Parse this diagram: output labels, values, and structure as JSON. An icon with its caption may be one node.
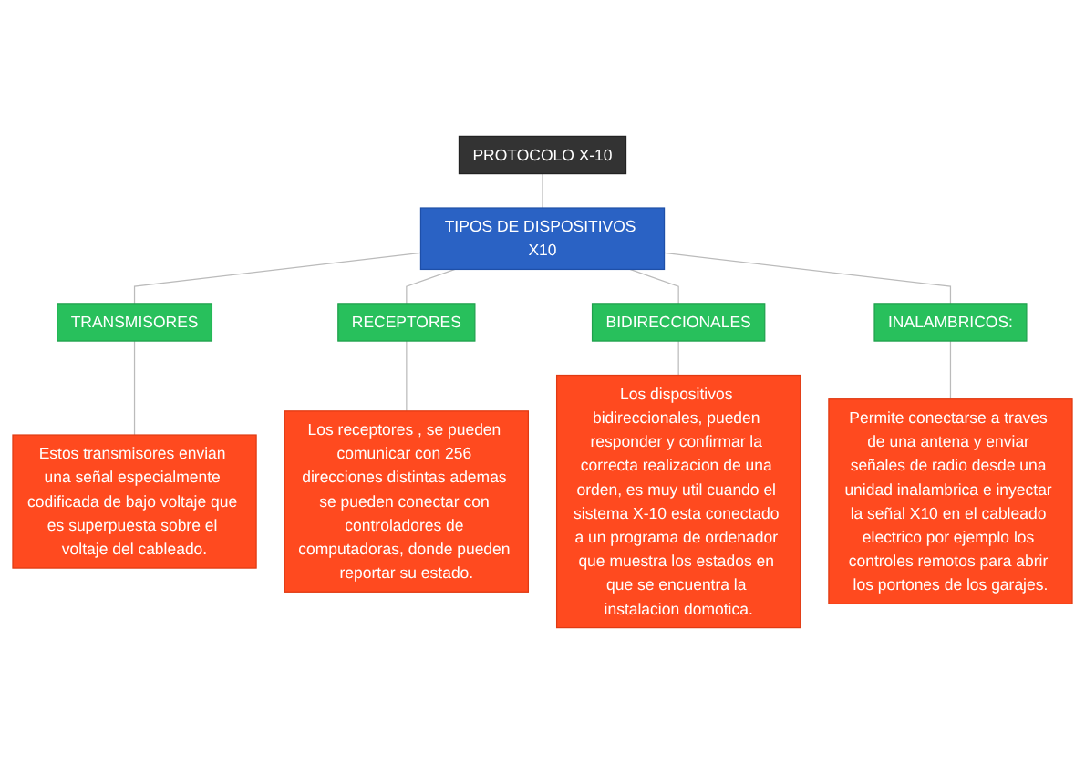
{
  "diagram": {
    "nodes": [
      {
        "text": [
          "PROTOCOLO X-10"
        ]
      },
      {
        "text": [
          "TIPOS DE DISPOSITIVOS X10"
        ]
      },
      {
        "text": [
          "TRANSMISORES"
        ]
      },
      {
        "text": [
          "Estos transmisores envian una señal especialmente codificada de bajo voltaje que es superpuesta sobre el voltaje del cableado."
        ]
      },
      {
        "text": [
          "RECEPTORES"
        ]
      },
      {
        "text": [
          "Los receptores , se pueden comunicar con 256 direcciones distintas ademas se pueden conectar con controladores de computadoras, donde pueden reportar su estado."
        ]
      },
      {
        "text": [
          "BIDIRECCIONALES"
        ]
      },
      {
        "text": [
          "Los dispositivos bidireccionales, pueden responder y confirmar la correcta realizacion de una orden, es muy util cuando el sistema X-10 esta conectado a un programa de ordenador que muestra los estados en que se encuentra la instalacion domotica."
        ]
      },
      {
        "text": [
          "INALAMBRICOS:"
        ]
      },
      {
        "text": [
          "Permite conectarse a traves de una antena y enviar señales de radio desde una unidad inalambrica e inyectar la señal X10 en el cableado electrico por ejemplo los controles remotos para abrir los portones de los garajes."
        ]
      }
    ],
    "edges": [
      {
        "from": 0,
        "to": 1,
        "arrow": "none"
      },
      {
        "from": 1,
        "to": 2,
        "arrow": "none"
      },
      {
        "from": 2,
        "to": 3,
        "arrow": "none"
      },
      {
        "from": 1,
        "to": 4,
        "arrow": "none"
      },
      {
        "from": 4,
        "to": 5,
        "arrow": "none"
      },
      {
        "from": 1,
        "to": 6,
        "arrow": "none"
      },
      {
        "from": 6,
        "to": 7,
        "arrow": "none"
      },
      {
        "from": 1,
        "to": 8,
        "arrow": "none"
      },
      {
        "from": 8,
        "to": 9,
        "arrow": "none"
      }
    ]
  }
}
